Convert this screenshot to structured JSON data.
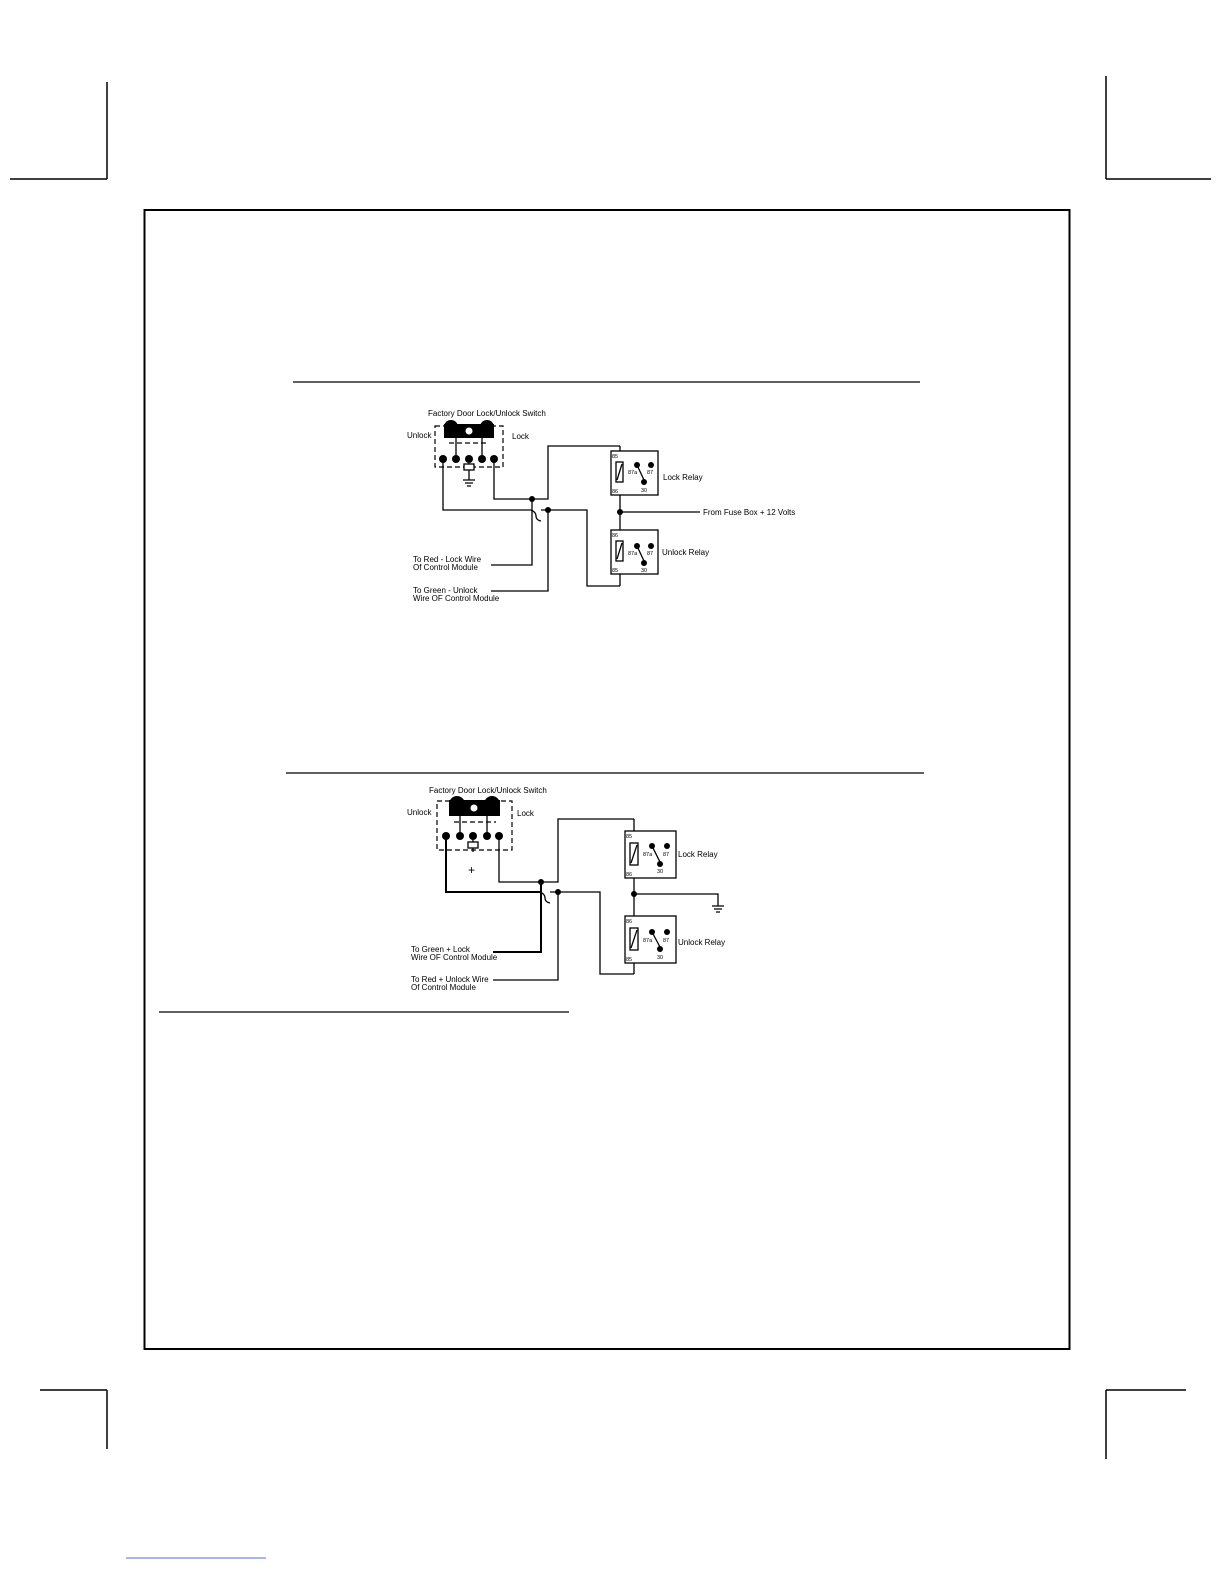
{
  "diagram1": {
    "switch_title": "Factory Door Lock/Unlock Switch",
    "unlock_label": "Unlock",
    "lock_label": "Lock",
    "lock_relay_label": "Lock Relay",
    "unlock_relay_label": "Unlock Relay",
    "fuse_label": "From Fuse Box + 12 Volts",
    "red_wire_line1": "To Red - Lock Wire",
    "red_wire_line2": "Of Control Module",
    "green_wire_line1": "To Green - Unlock",
    "green_wire_line2": "Wire OF Control Module",
    "pins": {
      "p85": "85",
      "p86": "86",
      "p87a": "87a",
      "p87": "87",
      "p30": "30"
    }
  },
  "diagram2": {
    "switch_title": "Factory Door Lock/Unlock Switch",
    "unlock_label": "Unlock",
    "lock_label": "Lock",
    "plus_label": "+",
    "lock_relay_label": "Lock Relay",
    "unlock_relay_label": "Unlock Relay",
    "green_wire_line1": "To Green + Lock",
    "green_wire_line2": "Wire OF Control Module",
    "red_wire_line1": "To Red + Unlock Wire",
    "red_wire_line2": "Of Control Module",
    "pins": {
      "p85": "85",
      "p86": "86",
      "p87a": "87a",
      "p87": "87",
      "p30": "30"
    }
  }
}
